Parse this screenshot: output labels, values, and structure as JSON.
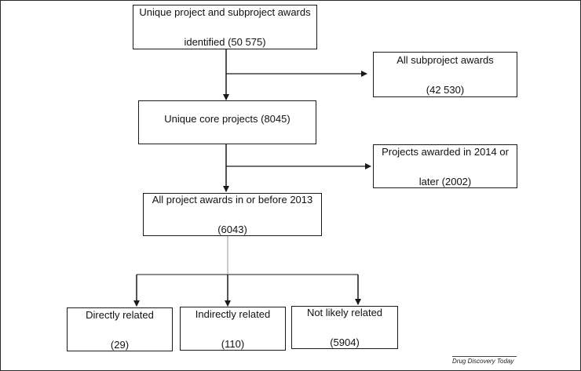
{
  "nodes": {
    "identified": {
      "line1": "Unique project and subproject awards",
      "line2": "identified (50 575)"
    },
    "subproject": {
      "line1": "All subproject awards",
      "line2": "(42 530)"
    },
    "core": {
      "line1": "Unique core projects (8045)"
    },
    "later": {
      "line1": "Projects awarded in 2014 or",
      "line2": "later (2002)"
    },
    "before2013": {
      "line1": "All project awards in or before 2013",
      "line2": "(6043)"
    },
    "direct": {
      "line1": "Directly related",
      "line2": "(29)"
    },
    "indirect": {
      "line1": "Indirectly related",
      "line2": "(110)"
    },
    "notlikely": {
      "line1": "Not likely related",
      "line2": "(5904)"
    }
  },
  "footer": {
    "journal": "Drug Discovery Today"
  },
  "colors": {
    "line": "#1a1a1a",
    "faint_line": "#9a9a9a"
  }
}
